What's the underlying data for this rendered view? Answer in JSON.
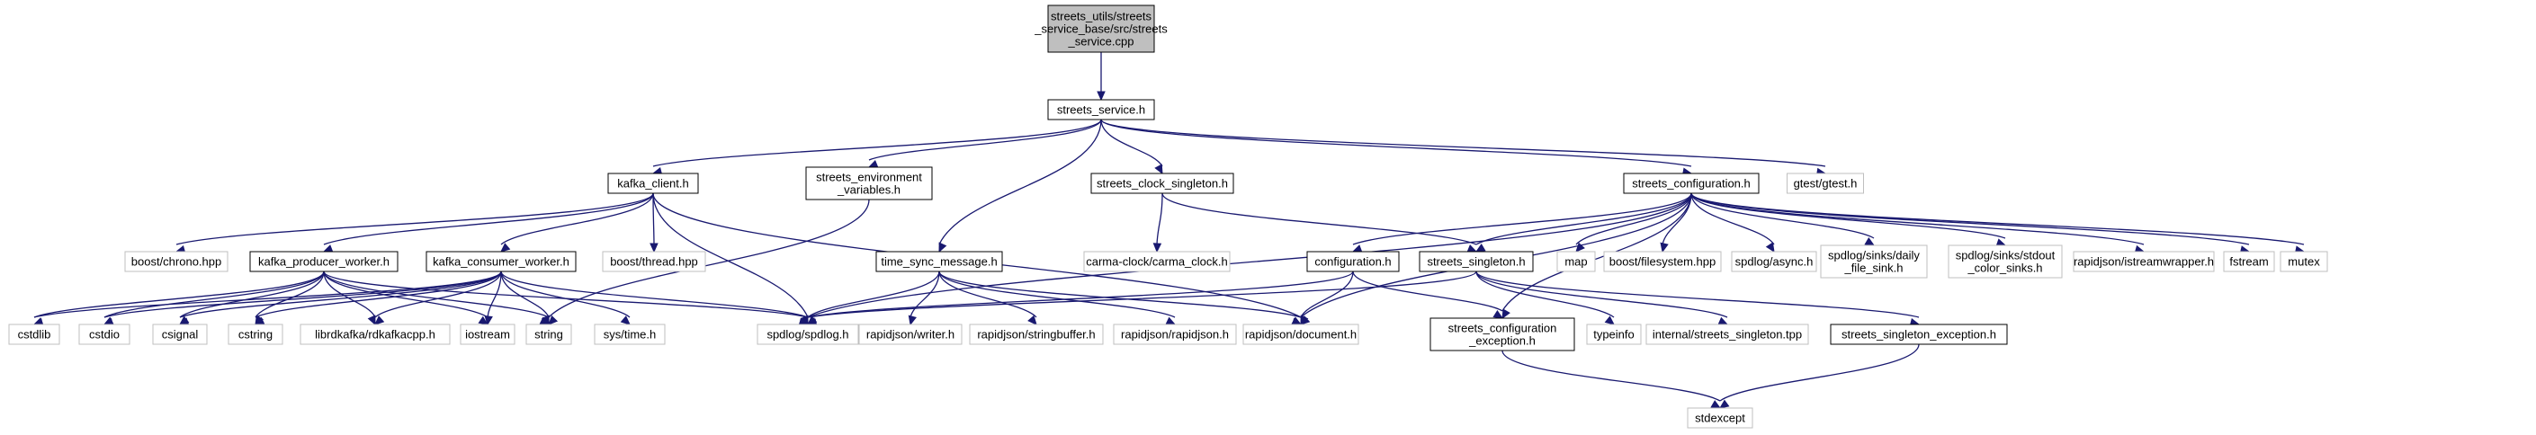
{
  "graph": {
    "edge_color": "#191970",
    "nodes": [
      {
        "id": "root",
        "lines": [
          "streets_utils/streets",
          "_service_base/src/streets",
          "_service.cpp"
        ],
        "style": "root"
      },
      {
        "id": "svc",
        "lines": [
          "streets_service.h"
        ],
        "style": "local"
      },
      {
        "id": "kafka",
        "lines": [
          "kafka_client.h"
        ],
        "style": "local"
      },
      {
        "id": "env",
        "lines": [
          "streets_environment",
          "_variables.h"
        ],
        "style": "local"
      },
      {
        "id": "clock",
        "lines": [
          "streets_clock_singleton.h"
        ],
        "style": "local"
      },
      {
        "id": "conf",
        "lines": [
          "streets_configuration.h"
        ],
        "style": "local"
      },
      {
        "id": "gtest",
        "lines": [
          "gtest/gtest.h"
        ],
        "style": "ext"
      },
      {
        "id": "chrono",
        "lines": [
          "boost/chrono.hpp"
        ],
        "style": "ext"
      },
      {
        "id": "prod",
        "lines": [
          "kafka_producer_worker.h"
        ],
        "style": "local"
      },
      {
        "id": "cons",
        "lines": [
          "kafka_consumer_worker.h"
        ],
        "style": "local"
      },
      {
        "id": "thread",
        "lines": [
          "boost/thread.hpp"
        ],
        "style": "ext"
      },
      {
        "id": "tsm",
        "lines": [
          "time_sync_message.h"
        ],
        "style": "local"
      },
      {
        "id": "carma",
        "lines": [
          "carma-clock/carma_clock.h"
        ],
        "style": "ext"
      },
      {
        "id": "config",
        "lines": [
          "configuration.h"
        ],
        "style": "local"
      },
      {
        "id": "single",
        "lines": [
          "streets_singleton.h"
        ],
        "style": "local"
      },
      {
        "id": "map",
        "lines": [
          "map"
        ],
        "style": "ext"
      },
      {
        "id": "fs",
        "lines": [
          "boost/filesystem.hpp"
        ],
        "style": "ext"
      },
      {
        "id": "async",
        "lines": [
          "spdlog/async.h"
        ],
        "style": "ext"
      },
      {
        "id": "daily",
        "lines": [
          "spdlog/sinks/daily",
          "_file_sink.h"
        ],
        "style": "ext"
      },
      {
        "id": "stdout",
        "lines": [
          "spdlog/sinks/stdout",
          "_color_sinks.h"
        ],
        "style": "ext"
      },
      {
        "id": "isw",
        "lines": [
          "rapidjson/istreamwrapper.h"
        ],
        "style": "ext"
      },
      {
        "id": "fstream",
        "lines": [
          "fstream"
        ],
        "style": "ext"
      },
      {
        "id": "mutex",
        "lines": [
          "mutex"
        ],
        "style": "ext"
      },
      {
        "id": "cstdlib",
        "lines": [
          "cstdlib"
        ],
        "style": "ext"
      },
      {
        "id": "cstdio",
        "lines": [
          "cstdio"
        ],
        "style": "ext"
      },
      {
        "id": "csignal",
        "lines": [
          "csignal"
        ],
        "style": "ext"
      },
      {
        "id": "cstring",
        "lines": [
          "cstring"
        ],
        "style": "ext"
      },
      {
        "id": "rdk",
        "lines": [
          "librdkafka/rdkafkacpp.h"
        ],
        "style": "ext"
      },
      {
        "id": "iostream",
        "lines": [
          "iostream"
        ],
        "style": "ext"
      },
      {
        "id": "string",
        "lines": [
          "string"
        ],
        "style": "ext"
      },
      {
        "id": "systime",
        "lines": [
          "sys/time.h"
        ],
        "style": "ext"
      },
      {
        "id": "spdlog",
        "lines": [
          "spdlog/spdlog.h"
        ],
        "style": "ext"
      },
      {
        "id": "writer",
        "lines": [
          "rapidjson/writer.h"
        ],
        "style": "ext"
      },
      {
        "id": "sbuf",
        "lines": [
          "rapidjson/stringbuffer.h"
        ],
        "style": "ext"
      },
      {
        "id": "rjson",
        "lines": [
          "rapidjson/rapidjson.h"
        ],
        "style": "ext"
      },
      {
        "id": "doc",
        "lines": [
          "rapidjson/document.h"
        ],
        "style": "ext"
      },
      {
        "id": "cexc",
        "lines": [
          "streets_configuration",
          "_exception.h"
        ],
        "style": "local"
      },
      {
        "id": "typeinfo",
        "lines": [
          "typeinfo"
        ],
        "style": "ext"
      },
      {
        "id": "tpp",
        "lines": [
          "internal/streets_singleton.tpp"
        ],
        "style": "ext"
      },
      {
        "id": "sexc",
        "lines": [
          "streets_singleton_exception.h"
        ],
        "style": "local"
      },
      {
        "id": "stdexcept",
        "lines": [
          "stdexcept"
        ],
        "style": "ext"
      }
    ],
    "edges": [
      [
        "root",
        "svc"
      ],
      [
        "svc",
        "kafka"
      ],
      [
        "svc",
        "env"
      ],
      [
        "svc",
        "clock"
      ],
      [
        "svc",
        "tsm"
      ],
      [
        "svc",
        "conf"
      ],
      [
        "svc",
        "gtest"
      ],
      [
        "kafka",
        "chrono"
      ],
      [
        "kafka",
        "prod"
      ],
      [
        "kafka",
        "cons"
      ],
      [
        "kafka",
        "thread"
      ],
      [
        "kafka",
        "spdlog"
      ],
      [
        "kafka",
        "doc"
      ],
      [
        "env",
        "string"
      ],
      [
        "clock",
        "carma"
      ],
      [
        "clock",
        "single"
      ],
      [
        "conf",
        "spdlog"
      ],
      [
        "conf",
        "config"
      ],
      [
        "conf",
        "single"
      ],
      [
        "conf",
        "map"
      ],
      [
        "conf",
        "fs"
      ],
      [
        "conf",
        "async"
      ],
      [
        "conf",
        "daily"
      ],
      [
        "conf",
        "stdout"
      ],
      [
        "conf",
        "isw"
      ],
      [
        "conf",
        "fstream"
      ],
      [
        "conf",
        "mutex"
      ],
      [
        "conf",
        "doc"
      ],
      [
        "conf",
        "cexc"
      ],
      [
        "prod",
        "cstdlib"
      ],
      [
        "prod",
        "cstdio"
      ],
      [
        "prod",
        "csignal"
      ],
      [
        "prod",
        "cstring"
      ],
      [
        "prod",
        "rdk"
      ],
      [
        "prod",
        "iostream"
      ],
      [
        "prod",
        "string"
      ],
      [
        "prod",
        "spdlog"
      ],
      [
        "cons",
        "cstdlib"
      ],
      [
        "cons",
        "cstdio"
      ],
      [
        "cons",
        "csignal"
      ],
      [
        "cons",
        "cstring"
      ],
      [
        "cons",
        "rdk"
      ],
      [
        "cons",
        "iostream"
      ],
      [
        "cons",
        "string"
      ],
      [
        "cons",
        "systime"
      ],
      [
        "cons",
        "spdlog"
      ],
      [
        "tsm",
        "spdlog"
      ],
      [
        "tsm",
        "writer"
      ],
      [
        "tsm",
        "sbuf"
      ],
      [
        "tsm",
        "rjson"
      ],
      [
        "tsm",
        "doc"
      ],
      [
        "config",
        "spdlog"
      ],
      [
        "config",
        "doc"
      ],
      [
        "config",
        "cexc"
      ],
      [
        "single",
        "spdlog"
      ],
      [
        "single",
        "typeinfo"
      ],
      [
        "single",
        "tpp"
      ],
      [
        "single",
        "sexc"
      ],
      [
        "cexc",
        "stdexcept"
      ],
      [
        "sexc",
        "stdexcept"
      ]
    ]
  }
}
